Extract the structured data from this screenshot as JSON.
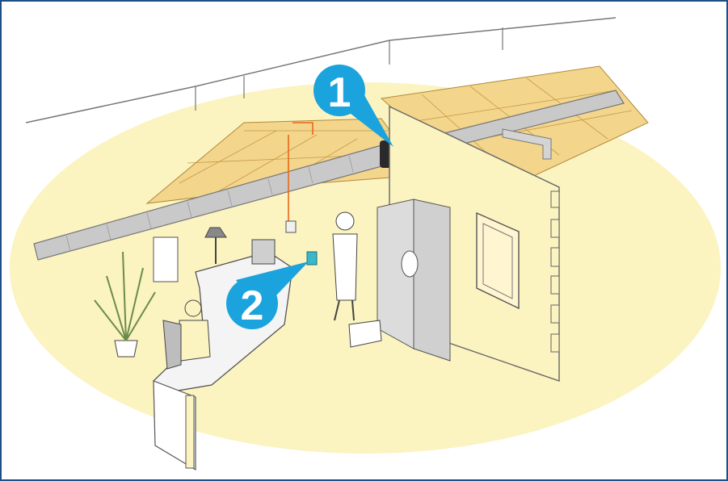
{
  "callouts": [
    {
      "label": "1",
      "target": "duct-unit"
    },
    {
      "label": "2",
      "target": "handheld-remote"
    }
  ],
  "colors": {
    "frame": "#1d4f86",
    "floor": "#fbf3c0",
    "ceiling_tiles": "#f3d58c",
    "duct": "#c9c9c9",
    "callout": "#1aa3dc",
    "wire": "#e86a1a",
    "unit": "#38b8c8"
  }
}
